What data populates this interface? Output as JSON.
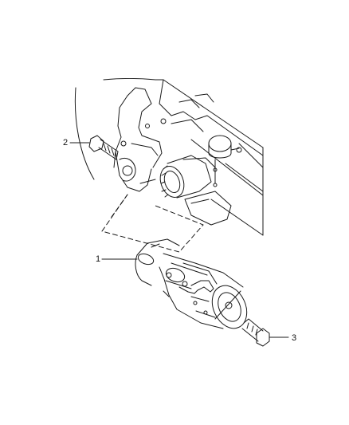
{
  "diagram": {
    "callouts": [
      {
        "id": "1",
        "label": "1"
      },
      {
        "id": "2",
        "label": "2"
      },
      {
        "id": "3",
        "label": "3"
      }
    ],
    "colors": {
      "line": "#1a1a1a",
      "background": "#ffffff"
    }
  }
}
